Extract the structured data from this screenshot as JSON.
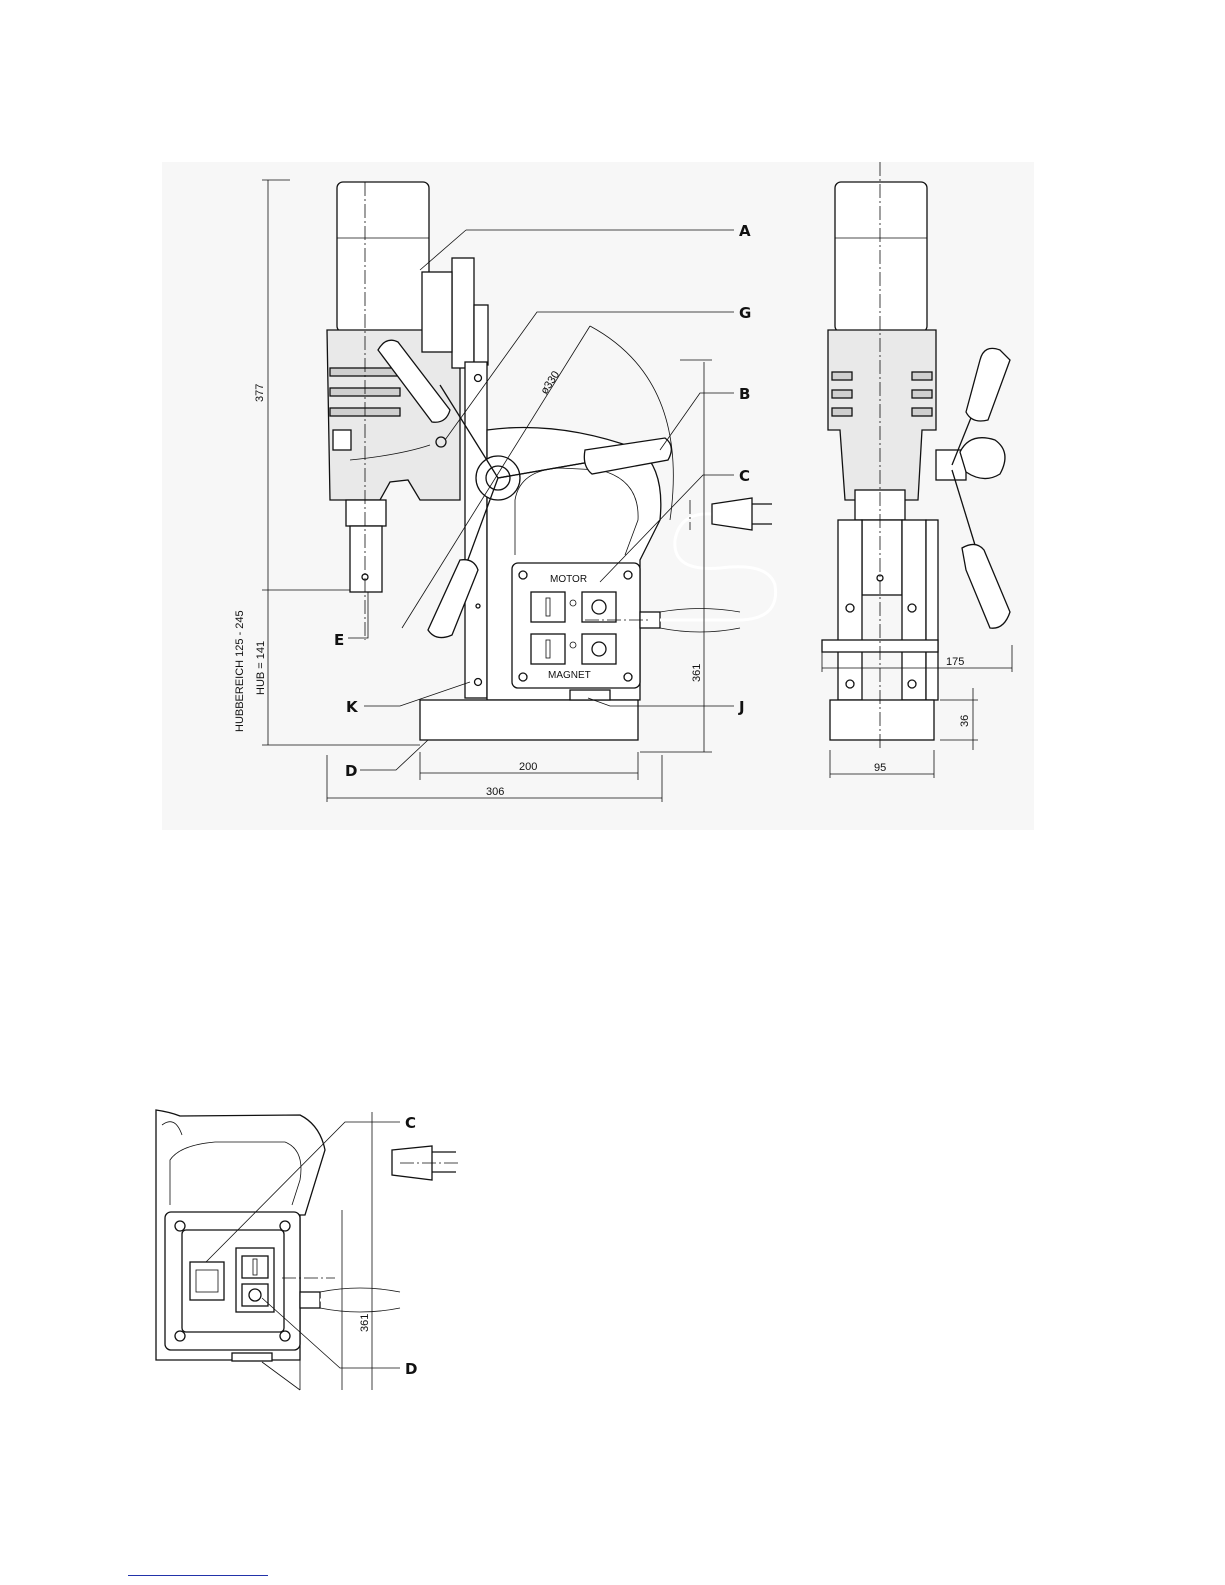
{
  "labels": {
    "A": "A",
    "G": "G",
    "B": "B",
    "C": "C",
    "E": "E",
    "K": "K",
    "J": "J",
    "D": "D"
  },
  "dimensions": {
    "overall_height": "377",
    "stroke_range": "HUBBEREICH 125 - 245",
    "stroke": "HUB = 141",
    "handle_diameter": "ø330",
    "stand_height": "361",
    "base_length": "200",
    "total_length": "306",
    "side_width": "175",
    "base_height": "36",
    "base_width": "95"
  },
  "panel": {
    "motor": "MOTOR",
    "magnet": "MAGNET"
  },
  "detail": {
    "label_top": "C",
    "label_bottom": "D",
    "height": "361"
  }
}
